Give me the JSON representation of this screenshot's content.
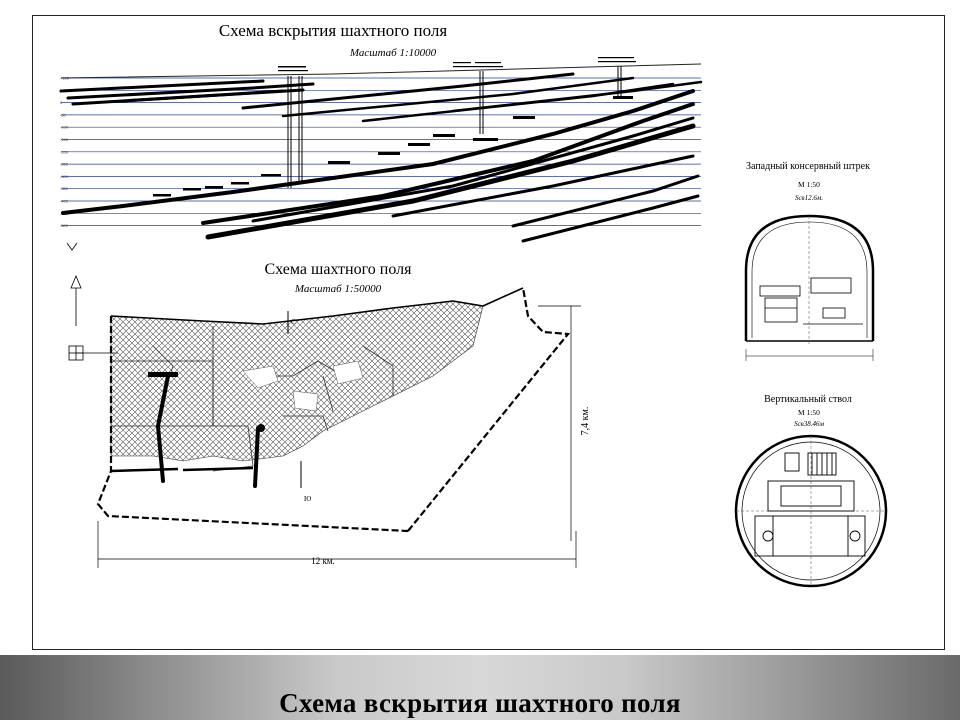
{
  "profile": {
    "title": "Схема вскрытия шахтного поля",
    "scale": "Масштаб 1:10000",
    "level_labels": [
      "+100",
      "+50",
      "0",
      "-50",
      "-100",
      "-150",
      "-200",
      "-250",
      "-300",
      "-350",
      "-400",
      "-450",
      "-500"
    ]
  },
  "plan": {
    "title": "Схема шахтного поля",
    "scale": "Масштаб 1:50000",
    "dim_width": "12 км.",
    "dim_height": "7,4 км.",
    "north_label": "С",
    "south_label": "Ю"
  },
  "section_drift": {
    "title": "Западный консервный штрек",
    "scale": "М 1:50",
    "area": "Sсв12.6м."
  },
  "section_shaft": {
    "title": "Вертикальный ствол",
    "scale": "М 1:50",
    "area": "Sсв38.46м"
  },
  "footer": {
    "title": "Схема вскрытия шахтного поля"
  }
}
